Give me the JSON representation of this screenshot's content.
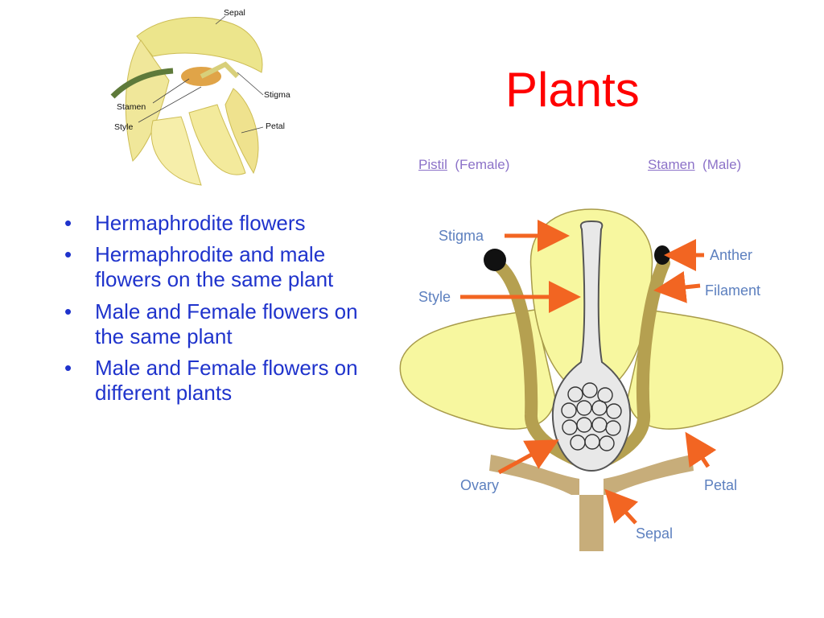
{
  "slide": {
    "title": "Plants",
    "bullets": [
      "Hermaphrodite flowers",
      "Hermaphrodite and male flowers on the same plant",
      "Male and Female flowers on the same plant",
      "Male and Female flowers on different plants"
    ],
    "bullet_glyph": "•"
  },
  "photo": {
    "labels": {
      "sepal": "Sepal",
      "stigma": "Stigma",
      "stamen": "Stamen",
      "style": "Style",
      "petal": "Petal"
    }
  },
  "diagram": {
    "pistil_link": "Pistil",
    "pistil_note": "(Female)",
    "stamen_link": "Stamen",
    "stamen_note": "(Male)",
    "labels": {
      "stigma": "Stigma",
      "anther": "Anther",
      "style": "Style",
      "filament": "Filament",
      "ovary": "Ovary",
      "petal": "Petal",
      "sepal": "Sepal"
    }
  },
  "colors": {
    "title": "#ff0000",
    "bullet_text": "#1f33cc",
    "subtitle": "#8c72c8",
    "diagram_label": "#5d80bf",
    "arrow": "#f26522",
    "petal_fill": "#f7f79f",
    "stalk": "#b5a050"
  }
}
